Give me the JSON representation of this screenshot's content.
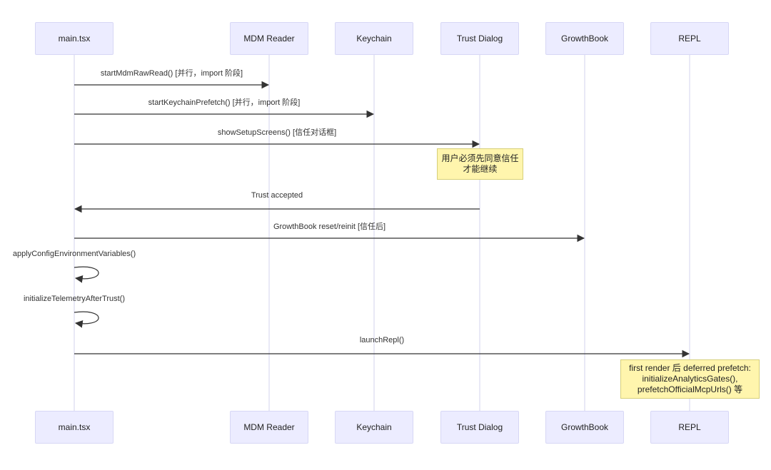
{
  "participants": [
    {
      "id": "main",
      "label": "main.tsx"
    },
    {
      "id": "mdm",
      "label": "MDM Reader"
    },
    {
      "id": "keychain",
      "label": "Keychain"
    },
    {
      "id": "trust",
      "label": "Trust Dialog"
    },
    {
      "id": "growthbook",
      "label": "GrowthBook"
    },
    {
      "id": "repl",
      "label": "REPL"
    }
  ],
  "messages": [
    {
      "from": "main",
      "to": "mdm",
      "label": "startMdmRawRead() [并行，import 阶段]"
    },
    {
      "from": "main",
      "to": "keychain",
      "label": "startKeychainPrefetch() [并行，import 阶段]"
    },
    {
      "from": "main",
      "to": "trust",
      "label": "showSetupScreens() [信任对话框]"
    },
    {
      "from": "trust",
      "to": "main",
      "label": "Trust accepted"
    },
    {
      "from": "main",
      "to": "growthbook",
      "label": "GrowthBook reset/reinit [信任后]"
    },
    {
      "from": "main",
      "to": "main",
      "label": "applyConfigEnvironmentVariables()"
    },
    {
      "from": "main",
      "to": "main",
      "label": "initializeTelemetryAfterTrust()"
    },
    {
      "from": "main",
      "to": "repl",
      "label": "launchRepl()"
    }
  ],
  "notes": [
    {
      "over": "trust",
      "lines": [
        "用户必须先同意信任",
        "才能继续"
      ]
    },
    {
      "over": "repl",
      "lines": [
        "first render 后 deferred prefetch:",
        "initializeAnalyticsGates(),",
        "prefetchOfficialMcpUrls() 等"
      ]
    }
  ],
  "colors": {
    "actor_fill": "#ececff",
    "actor_border": "#d7d7f5",
    "lifeline": "#d3d3ee",
    "arrow": "#333333",
    "note_fill": "#fff5ad",
    "note_border": "#d6cf7a"
  }
}
